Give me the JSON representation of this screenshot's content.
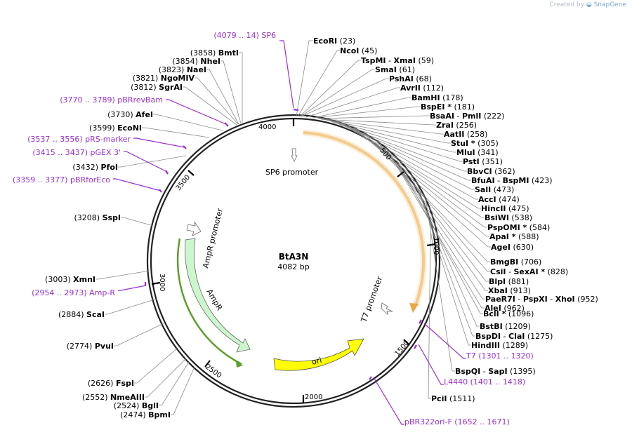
{
  "watermark": {
    "prefix": "Created by",
    "brand": "SnapGene"
  },
  "plasmid": {
    "name": "BtA3N",
    "length": "4082 bp"
  },
  "colors": {
    "primer": "#9a2fcf",
    "line": "#777777",
    "ampr": "#ccf7cc",
    "ori": "#ffff00",
    "t7orange": "#f0b060",
    "ampr_arrow": "#5aa02c"
  },
  "tick_labels": [
    "4000",
    "500",
    "1000",
    "1500",
    "2000",
    "2500",
    "3000",
    "3500"
  ],
  "features": {
    "sp6": "SP6 promoter",
    "ampr_promoter": "AmpR promoter",
    "ampr": "AmpR",
    "t7": "T7 promoter",
    "ori": "ori"
  },
  "right_sites": [
    {
      "parts": [
        "EcoRI"
      ],
      "pos": "(23)"
    },
    {
      "parts": [
        "NcoI"
      ],
      "pos": "(45)"
    },
    {
      "parts": [
        "TspMI",
        "XmaI"
      ],
      "pos": "(59)"
    },
    {
      "parts": [
        "SmaI"
      ],
      "pos": "(61)"
    },
    {
      "parts": [
        "PshAI"
      ],
      "pos": "(68)"
    },
    {
      "parts": [
        "AvrII"
      ],
      "pos": "(112)"
    },
    {
      "parts": [
        "BamHI"
      ],
      "pos": "(178)"
    },
    {
      "parts": [
        "BspEI *"
      ],
      "pos": "(181)"
    },
    {
      "parts": [
        "BsaAI",
        "PmlI"
      ],
      "pos": "(222)"
    },
    {
      "parts": [
        "ZraI"
      ],
      "pos": "(256)"
    },
    {
      "parts": [
        "AatII"
      ],
      "pos": "(258)"
    },
    {
      "parts": [
        "StuI *"
      ],
      "pos": "(305)"
    },
    {
      "parts": [
        "MluI"
      ],
      "pos": "(341)"
    },
    {
      "parts": [
        "PstI"
      ],
      "pos": "(351)"
    },
    {
      "parts": [
        "BbvCI"
      ],
      "pos": "(362)"
    },
    {
      "parts": [
        "BfuAI",
        "BspMI"
      ],
      "pos": "(423)"
    },
    {
      "parts": [
        "SalI"
      ],
      "pos": "(473)"
    },
    {
      "parts": [
        "AccI"
      ],
      "pos": "(474)"
    },
    {
      "parts": [
        "HincII"
      ],
      "pos": "(475)"
    },
    {
      "parts": [
        "BsiWI"
      ],
      "pos": "(538)"
    },
    {
      "parts": [
        "PspOMI *"
      ],
      "pos": "(584)"
    },
    {
      "parts": [
        "ApaI *"
      ],
      "pos": "(588)"
    },
    {
      "parts": [
        "AgeI"
      ],
      "pos": "(630)"
    },
    {
      "parts": [
        "BmgBI"
      ],
      "pos": "(706)"
    },
    {
      "parts": [
        "CsiI",
        "SexAI *"
      ],
      "pos": "(828)"
    },
    {
      "parts": [
        "BlpI"
      ],
      "pos": "(881)"
    },
    {
      "parts": [
        "XbaI"
      ],
      "pos": "(913)"
    },
    {
      "parts": [
        "PaeR7I",
        "PspXI",
        "XhoI"
      ],
      "pos": "(952)"
    },
    {
      "parts": [
        "AleI"
      ],
      "pos": "(962)"
    },
    {
      "parts": [
        "BclI *"
      ],
      "pos": "(1096)"
    },
    {
      "parts": [
        "BstBI"
      ],
      "pos": "(1209)"
    },
    {
      "parts": [
        "BspDI",
        "ClaI"
      ],
      "pos": "(1275)"
    },
    {
      "parts": [
        "HindIII"
      ],
      "pos": "(1289)"
    },
    {
      "parts": [
        "BspQI",
        "SapI"
      ],
      "pos": "(1395)"
    },
    {
      "parts": [
        "PciI"
      ],
      "pos": "(1511)"
    }
  ],
  "left_sites": [
    {
      "parts": [
        "BmtI"
      ],
      "pos": "(3858)"
    },
    {
      "parts": [
        "NheI"
      ],
      "pos": "(3854)"
    },
    {
      "parts": [
        "NaeI"
      ],
      "pos": "(3823)"
    },
    {
      "parts": [
        "NgoMIV"
      ],
      "pos": "(3821)"
    },
    {
      "parts": [
        "SgrAI"
      ],
      "pos": "(3812)"
    },
    {
      "parts": [
        "AfeI"
      ],
      "pos": "(3730)"
    },
    {
      "parts": [
        "EcoNI"
      ],
      "pos": "(3599)"
    },
    {
      "parts": [
        "PfoI"
      ],
      "pos": "(3432)"
    },
    {
      "parts": [
        "SspI"
      ],
      "pos": "(3208)"
    },
    {
      "parts": [
        "XmnI"
      ],
      "pos": "(3003)"
    },
    {
      "parts": [
        "ScaI"
      ],
      "pos": "(2884)"
    },
    {
      "parts": [
        "PvuI"
      ],
      "pos": "(2774)"
    },
    {
      "parts": [
        "FspI"
      ],
      "pos": "(2626)"
    },
    {
      "parts": [
        "NmeAIII"
      ],
      "pos": "(2552)"
    },
    {
      "parts": [
        "BglI"
      ],
      "pos": "(2524)"
    },
    {
      "parts": [
        "BpmI"
      ],
      "pos": "(2474)"
    }
  ],
  "primers_right": [
    {
      "name": "T7",
      "range": "(1301 .. 1320)"
    },
    {
      "name": "L4440",
      "range": "(1401 .. 1418)"
    },
    {
      "name": "pBR322ori-F",
      "range": "(1652 .. 1671)"
    }
  ],
  "primers_left": [
    {
      "name": "SP6",
      "range": "(4079 .. 14)"
    },
    {
      "name": "pBRrevBam",
      "range": "(3770 .. 3789)"
    },
    {
      "name": "pRS-marker",
      "range": "(3537 .. 3556)"
    },
    {
      "name": "pGEX 3'",
      "range": "(3415 .. 3437)"
    },
    {
      "name": "pBRforEco",
      "range": "(3359 .. 3377)"
    },
    {
      "name": "Amp-R",
      "range": "(2954 .. 2973)"
    }
  ]
}
